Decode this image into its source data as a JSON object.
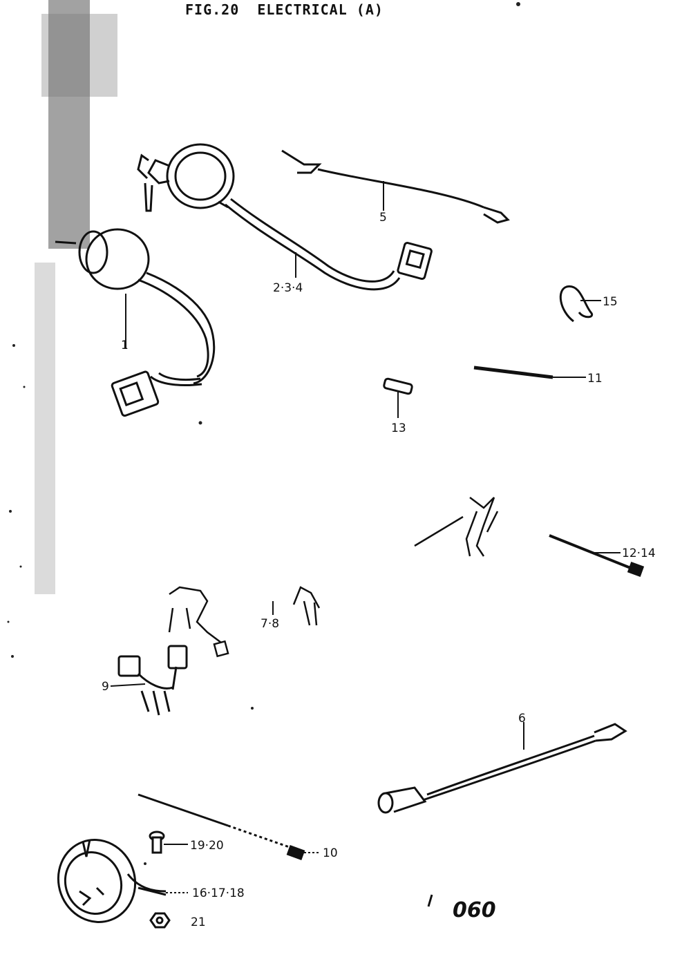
{
  "title": "FIG.20  ELECTRICAL (A)",
  "plate_number": "060",
  "callouts": {
    "c1": "1",
    "c2_3_4": "2·3·4",
    "c5": "5",
    "c6": "6",
    "c7_8": "7·8",
    "c9": "9",
    "c10": "10",
    "c11": "11",
    "c12_14": "12·14",
    "c13": "13",
    "c15": "15",
    "c16_17_18": "16·17·18",
    "c19_20": "19·20",
    "c21": "21"
  },
  "colors": {
    "ink": "#111111",
    "paper": "#ffffff"
  }
}
